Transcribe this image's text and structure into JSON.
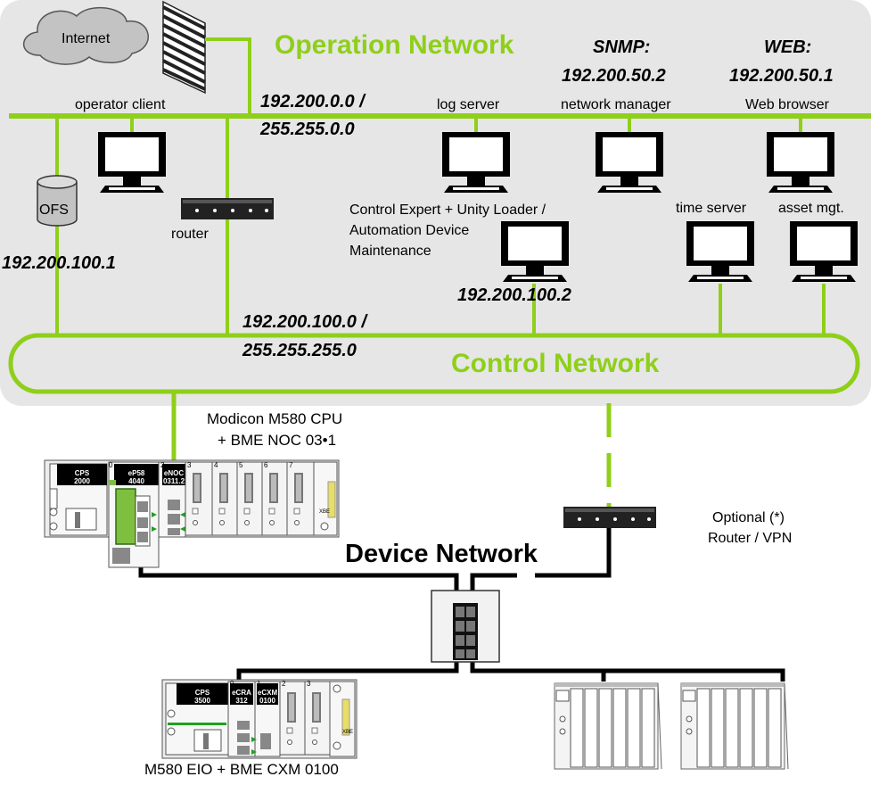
{
  "operation_network": {
    "title": "Operation Network",
    "internet_label": "Internet",
    "subnet_line1": "192.200.0.0 /",
    "subnet_line2": "255.255.0.0",
    "operator_client": "operator client",
    "log_server": "log server",
    "snmp_label": "SNMP:",
    "snmp_ip": "192.200.50.2",
    "network_manager": "network manager",
    "web_label": "WEB:",
    "web_ip": "192.200.50.1",
    "web_browser": "Web browser",
    "ofs_label": "OFS",
    "router_label": "router",
    "ofs_ip": "192.200.100.1",
    "control_expert_line1": "Control Expert + Unity Loader /",
    "control_expert_line2": "Automation Device",
    "control_expert_line3": "Maintenance",
    "control_expert_ip": "192.200.100.2",
    "time_server": "time server",
    "asset_mgt": "asset mgt."
  },
  "control_network": {
    "title": "Control Network",
    "subnet_line1": "192.200.100.0 /",
    "subnet_line2": "255.255.255.0"
  },
  "device_network": {
    "title": "Device Network",
    "cpu_line1": "Modicon M580 CPU",
    "cpu_line2": "+ BME NOC 03•1",
    "optional_line1": "Optional  (*)",
    "optional_line2": "Router / VPN",
    "eio_label": "M580 EIO + BME CXM 0100"
  },
  "rack_top": {
    "cps": "CPS",
    "cps_num": "2000",
    "cpu": "eP58",
    "cpu_num": "4040",
    "noc": "eNOC",
    "noc_num": "0311.2",
    "slots": [
      "0",
      "2",
      "3",
      "4",
      "5",
      "6",
      "7"
    ],
    "xbe": "XBE"
  },
  "rack_bottom": {
    "cps": "CPS",
    "cps_num": "3500",
    "cra": "eCRA",
    "cra_num": "312",
    "cxm": "eCXM",
    "cxm_num": "0100",
    "slots": [
      "0",
      "1",
      "2",
      "3"
    ],
    "xbe": "XBE"
  },
  "colors": {
    "network_green": "#8fcf1a",
    "background_gray": "#e6e6e6",
    "cable_black": "#000000"
  }
}
